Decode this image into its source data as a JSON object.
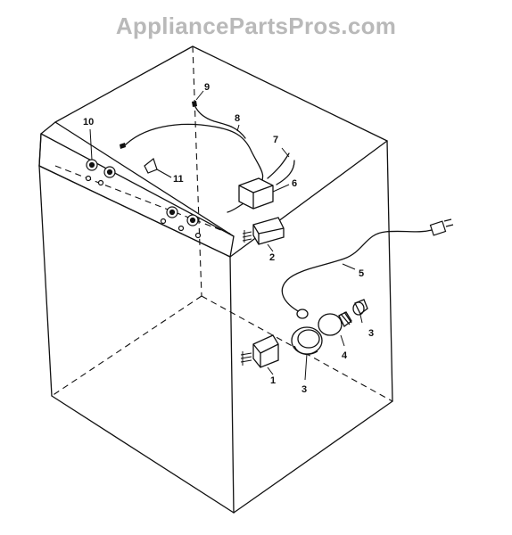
{
  "watermark": "AppliancePartsPros.com",
  "callouts": {
    "c1": "1",
    "c2": "2",
    "c3a": "3",
    "c3b": "3",
    "c4": "4",
    "c5": "5",
    "c6": "6",
    "c7": "7",
    "c8": "8",
    "c9": "9",
    "c10": "10",
    "c11": "11"
  }
}
